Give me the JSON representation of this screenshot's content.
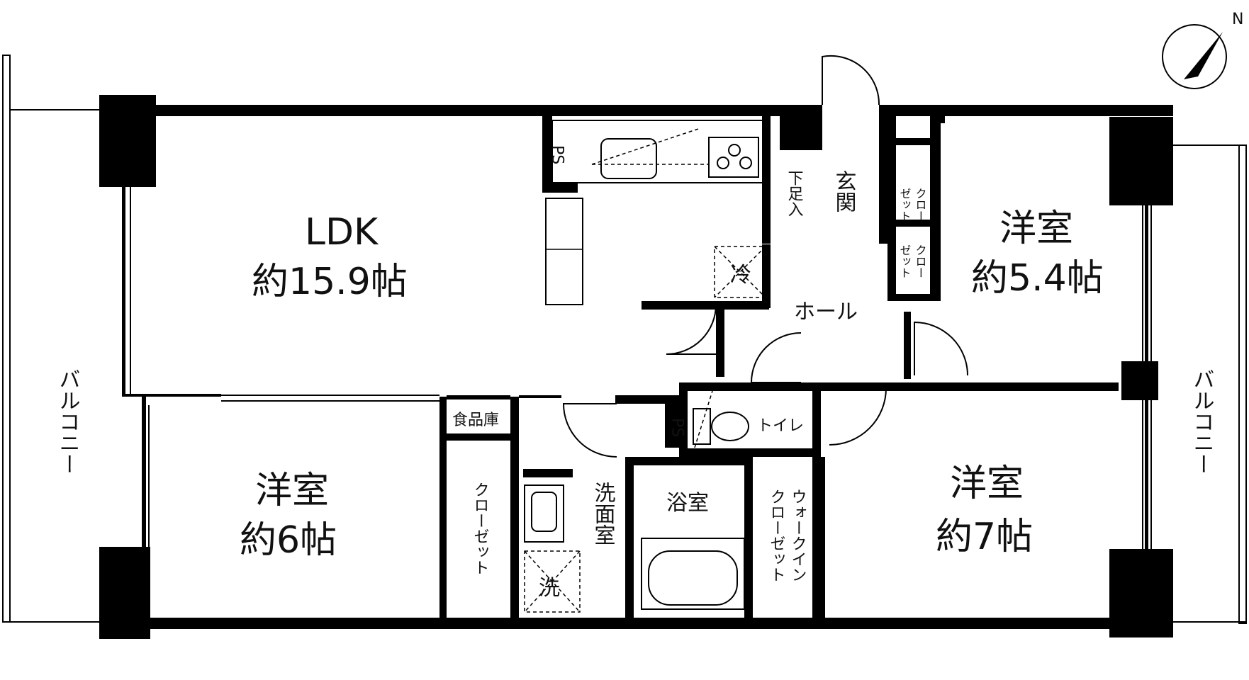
{
  "balcony_left": "バルコニー",
  "balcony_right": "バルコニー",
  "compass": "N",
  "rooms": {
    "ldk_name": "LDK",
    "ldk_size": "約15.9帖",
    "bed_ne_name": "洋室",
    "bed_ne_size": "約5.4帖",
    "bed_sw_name": "洋室",
    "bed_sw_size": "約6帖",
    "bed_se_name": "洋室",
    "bed_se_size": "約7帖",
    "entrance": "玄関",
    "shoe_box": "下足入",
    "hall": "ホール",
    "toilet": "トイレ",
    "bath": "浴室",
    "washroom": "洗面室",
    "pantry": "食品庫",
    "closet_sw": "クローゼット",
    "walk_in_1": "ウォークイン",
    "walk_in_2": "クローゼット",
    "closet_small_a_1": "クロー",
    "closet_small_a_2": "ゼット",
    "closet_small_b_1": "クロー",
    "closet_small_b_2": "ゼット",
    "ps_kitchen": "PS",
    "ps_toilet": "PS",
    "fridge": "冷",
    "washer": "洗"
  }
}
